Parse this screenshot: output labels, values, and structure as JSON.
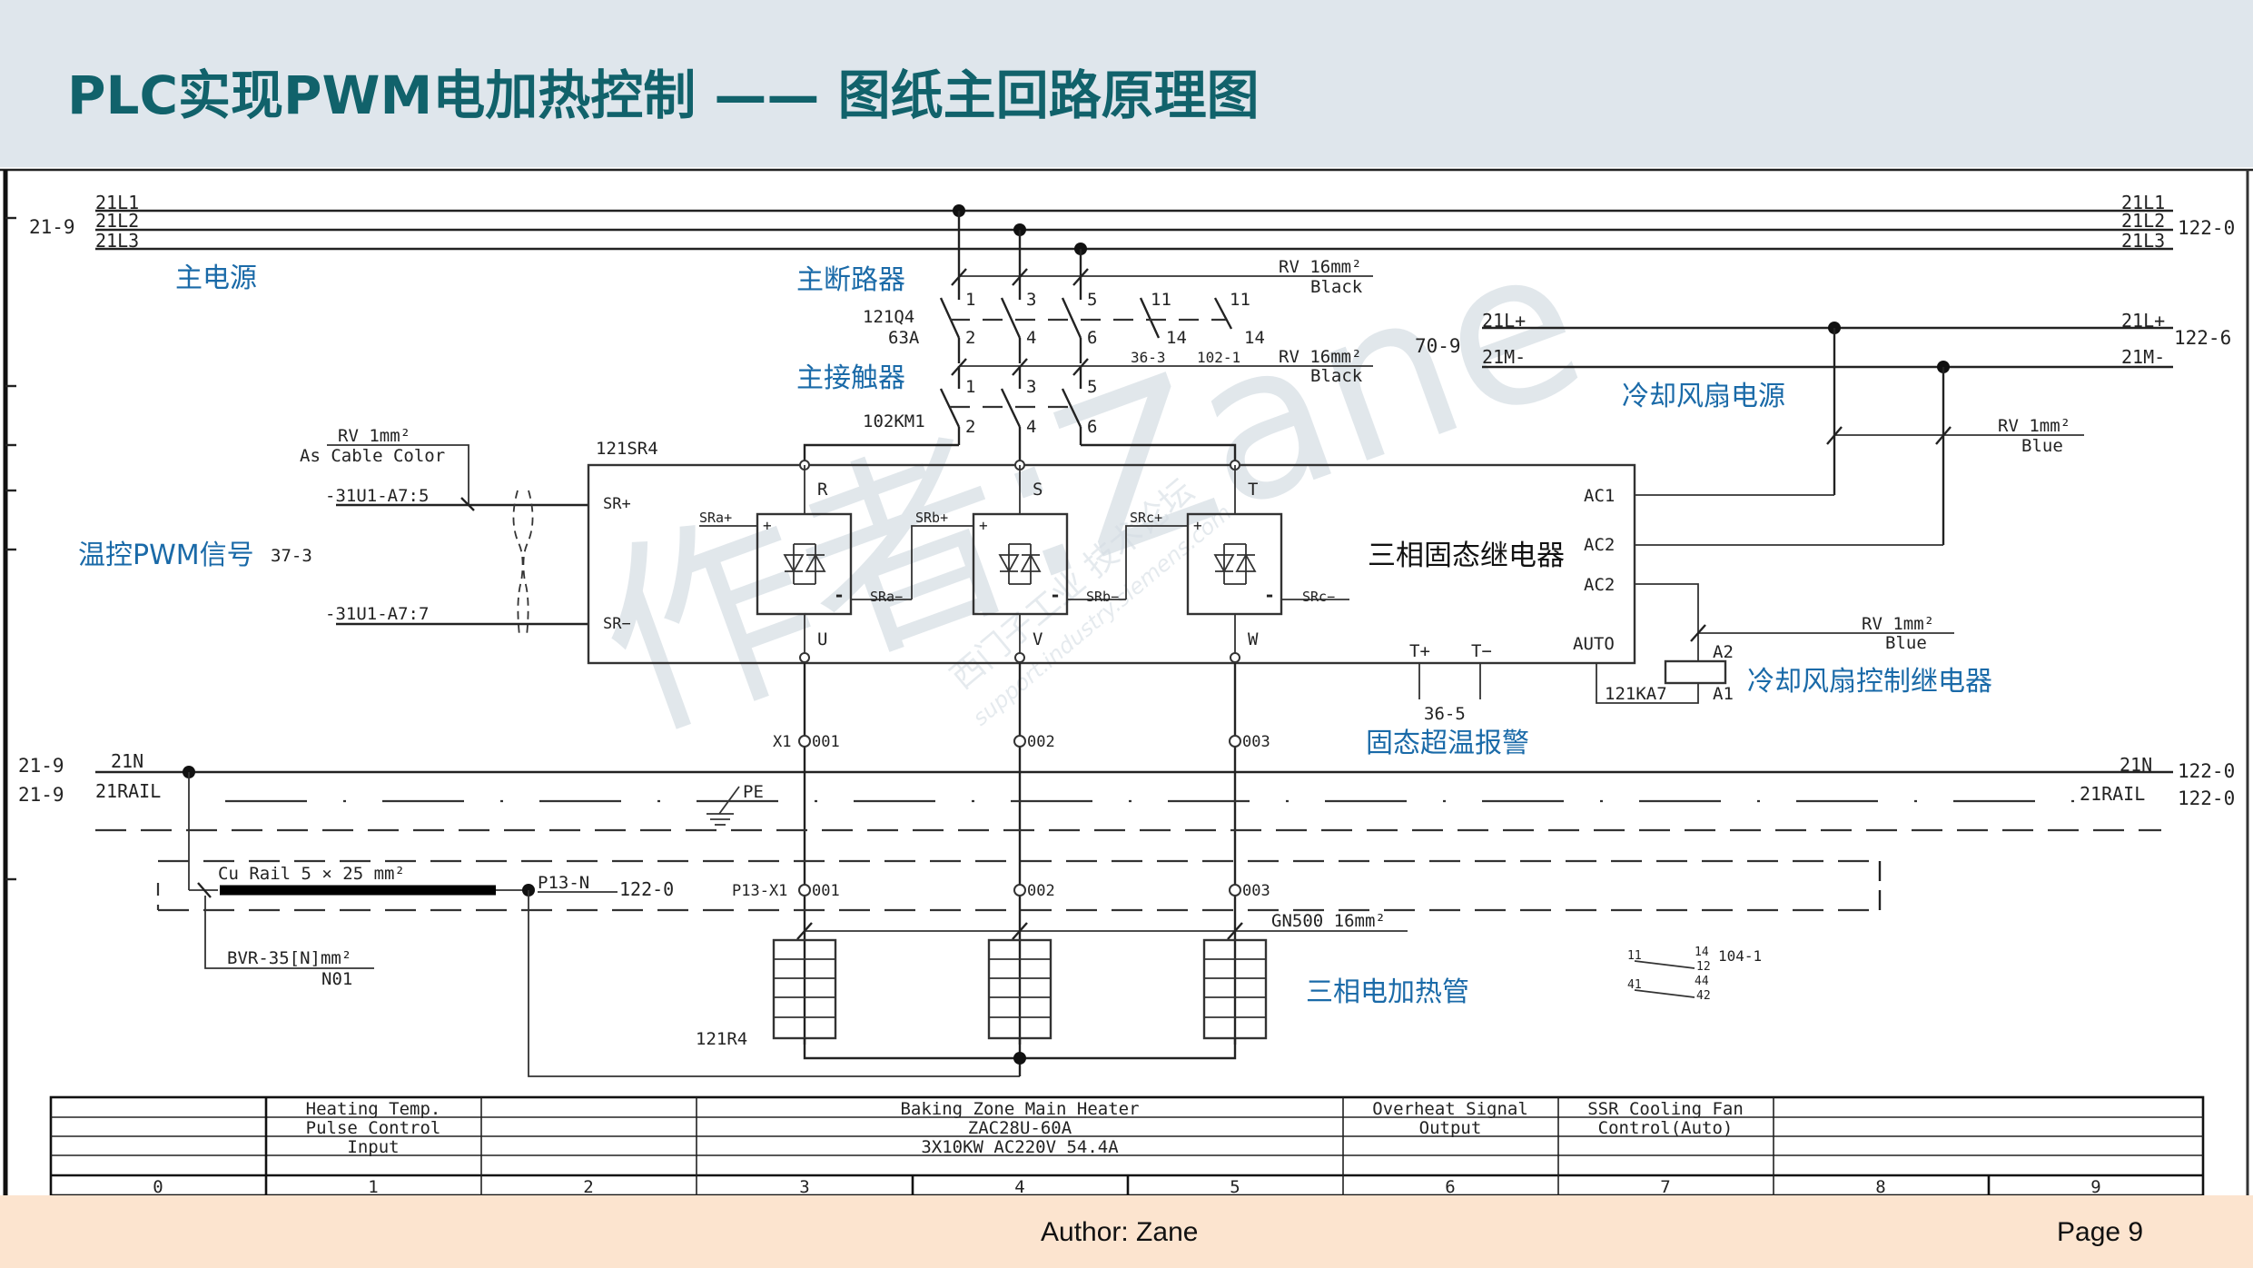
{
  "header": {
    "title": "PLC实现PWM电加热控制 —— 图纸主回路原理图"
  },
  "watermark": {
    "author_mark": "作者:Zane",
    "stamp_cn": "西门子工业  技术论坛",
    "stamp_url": "support.industry.siemens.com"
  },
  "colors": {
    "title": "#11626b",
    "header_bg": "#dfe6ec",
    "footer_bg": "#fce4cf",
    "annotation_blue": "#1a6aa8"
  },
  "annotations": {
    "main_power": "主电源",
    "main_breaker": "主断路器",
    "main_contactor": "主接触器",
    "fan_power": "冷却风扇电源",
    "pwm_signal": "温控PWM信号",
    "ssr": "三相固态继电器",
    "fan_relay": "冷却风扇控制继电器",
    "ssr_overtemp": "固态超温报警",
    "heaters": "三相电加热管"
  },
  "bus": {
    "left_ref": "21-9",
    "right_ref": "122-0",
    "lines": [
      "21L1",
      "21L2",
      "21L3"
    ],
    "dc_left_ref": "70-9",
    "dc_right_ref": "122-6",
    "dc_lines": [
      "21L+",
      "21M-"
    ],
    "neutral": {
      "label": "21N",
      "left_ref": "21-9",
      "right_ref": "122-0"
    },
    "rail": {
      "label": "21RAIL",
      "left_ref": "21-9",
      "right_ref": "122-0"
    }
  },
  "breaker": {
    "tag": "121Q4",
    "rating": "63A",
    "top_terminals": [
      "1",
      "3",
      "5"
    ],
    "bottom_terminals": [
      "2",
      "4",
      "6"
    ],
    "aux_top": [
      "11",
      "11"
    ],
    "aux_bottom": [
      "14",
      "14"
    ],
    "aux_refs": [
      "36-3",
      "102-1"
    ],
    "cable_in": {
      "type": "RV 16mm²",
      "color": "Black"
    },
    "cable_out": {
      "type": "RV 16mm²",
      "color": "Black"
    }
  },
  "contactor": {
    "tag": "102KM1",
    "top_terminals": [
      "1",
      "3",
      "5"
    ],
    "bottom_terminals": [
      "2",
      "4",
      "6"
    ]
  },
  "pwm_input": {
    "ref": "37-3",
    "cable": {
      "type": "RV 1mm²",
      "color": "As Cable Color"
    },
    "plus_source": "-31U1-A7:5",
    "minus_source": "-31U1-A7:7"
  },
  "ssr": {
    "tag": "121SR4",
    "ctrl_plus": "SR+",
    "ctrl_minus": "SR−",
    "phases_in": [
      "R",
      "S",
      "T"
    ],
    "phases_out": [
      "U",
      "V",
      "W"
    ],
    "internal": [
      {
        "plus": "SRa+",
        "minus": "SRa−"
      },
      {
        "plus": "SRb+",
        "minus": "SRb−"
      },
      {
        "plus": "SRc+",
        "minus": "SRc−"
      }
    ],
    "right_terminals": [
      "AC1",
      "AC2",
      "AC2",
      "AUTO"
    ],
    "temp_terminals": [
      "T+",
      "T−"
    ],
    "temp_ref": "36-5"
  },
  "fan_relay": {
    "tag": "121KA7",
    "coil": [
      "A2",
      "A1"
    ],
    "cable": {
      "type": "RV 1mm²",
      "color": "Blue"
    },
    "dc_cable": {
      "type": "RV 1mm²",
      "color": "Blue"
    }
  },
  "terminals": {
    "x1_prefix": "X1",
    "x1": [
      "001",
      "002",
      "003"
    ],
    "p13_prefix": "P13-X1",
    "p13": [
      "001",
      "002",
      "003"
    ],
    "pe": "PE"
  },
  "neutral_rail": {
    "label": "Cu Rail  5 × 25  mm²",
    "node": "P13-N",
    "node_ref": "122-0",
    "cable": "BVR-35[N]mm²",
    "cable_no": "N01"
  },
  "heaters": {
    "tag": "121R4",
    "cable": "GN500  16mm²"
  },
  "aux_contact_block": {
    "ref": "104-1",
    "pins": [
      "11",
      "14",
      "12",
      "41",
      "44",
      "42"
    ]
  },
  "title_block": {
    "rows": [
      [
        "",
        "Heating Temp.",
        "",
        "Baking Zone Main Heater",
        "Overheat Signal",
        "SSR Cooling Fan",
        ""
      ],
      [
        "",
        "Pulse Control",
        "",
        "ZAC28U-60A",
        "Output",
        "Control(Auto)",
        ""
      ],
      [
        "",
        "Input",
        "",
        "3X10KW AC220V 54.4A",
        "",
        "",
        ""
      ]
    ],
    "columns": [
      "0",
      "1",
      "2",
      "3",
      "4",
      "5",
      "6",
      "7",
      "8",
      "9"
    ]
  },
  "footer": {
    "author": "Author:  Zane",
    "page": "Page  9"
  }
}
